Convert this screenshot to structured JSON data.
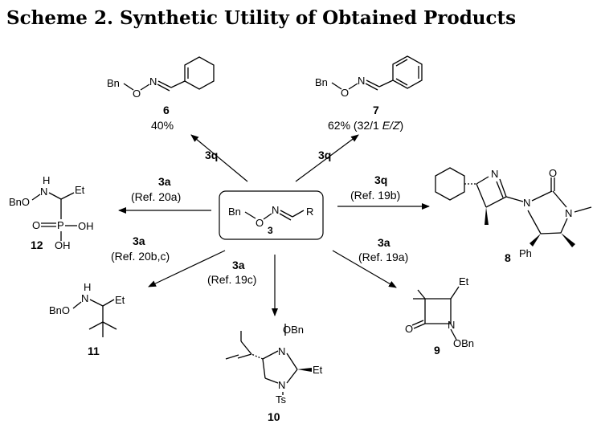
{
  "title": "Scheme 2. Synthetic Utility of Obtained Products",
  "center": {
    "bn": "Bn",
    "o": "O",
    "n": "N",
    "r": "R",
    "label": "3"
  },
  "products": {
    "p6": {
      "number": "6",
      "yield": "40%",
      "bn": "Bn",
      "o": "O",
      "n": "N"
    },
    "p7": {
      "number": "7",
      "yield_pre": "62% (32/1 ",
      "yield_ez": "E/Z",
      "yield_post": ")",
      "bn": "Bn",
      "o": "O",
      "n": "N"
    },
    "p8": {
      "number": "8",
      "n1": "N",
      "n2": "N",
      "n3": "N",
      "o": "O",
      "ph": "Ph"
    },
    "p9": {
      "number": "9",
      "et": "Et",
      "o": "O",
      "n": "N",
      "obn": "OBn"
    },
    "p10": {
      "number": "10",
      "obn": "OBn",
      "n1": "N",
      "n2": "N",
      "et": "Et",
      "ts": "Ts"
    },
    "p11": {
      "number": "11",
      "h": "H",
      "n": "N",
      "bno": "BnO",
      "et": "Et"
    },
    "p12": {
      "number": "12",
      "h": "H",
      "n": "N",
      "bno": "BnO",
      "et": "Et",
      "o": "O",
      "p": "P",
      "oh1": "OH",
      "oh2": "OH"
    }
  },
  "arrows": {
    "a6": {
      "reagent": "3q"
    },
    "a7": {
      "reagent": "3q"
    },
    "a8": {
      "reagent": "3q",
      "ref": "(Ref. 19b)"
    },
    "a9": {
      "reagent": "3a",
      "ref": "(Ref. 19a)"
    },
    "a10": {
      "reagent": "3a",
      "ref": "(Ref. 19c)"
    },
    "a11": {
      "reagent": "3a",
      "ref": "(Ref. 20b,c)"
    },
    "a12": {
      "reagent": "3a",
      "ref": "(Ref. 20a)"
    }
  }
}
